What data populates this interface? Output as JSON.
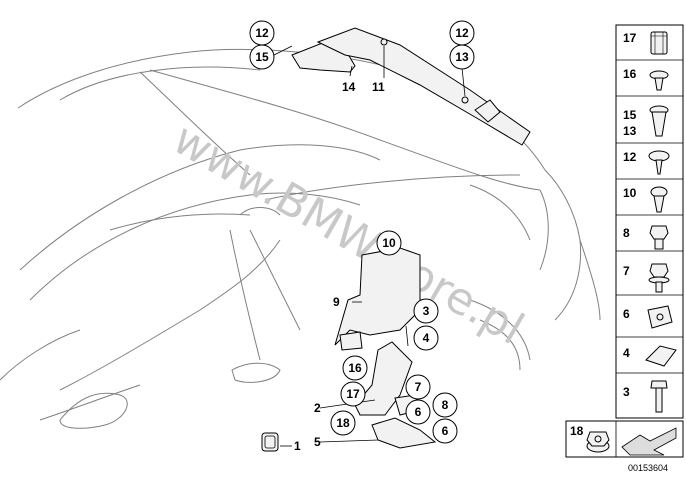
{
  "diagram": {
    "watermark": "www.BMWstore.pl",
    "reference_number": "00153604",
    "callouts_left": [
      {
        "id": "12a",
        "label": "12"
      },
      {
        "id": "15",
        "label": "15"
      },
      {
        "id": "12b",
        "label": "12"
      },
      {
        "id": "13",
        "label": "13"
      },
      {
        "id": "10",
        "label": "10"
      },
      {
        "id": "3",
        "label": "3"
      },
      {
        "id": "4",
        "label": "4"
      },
      {
        "id": "16",
        "label": "16"
      },
      {
        "id": "17",
        "label": "17"
      },
      {
        "id": "18",
        "label": "18"
      },
      {
        "id": "7",
        "label": "7"
      },
      {
        "id": "6a",
        "label": "6"
      },
      {
        "id": "8",
        "label": "8"
      },
      {
        "id": "6b",
        "label": "6"
      }
    ],
    "plain_labels": [
      {
        "id": "14",
        "label": "14"
      },
      {
        "id": "11",
        "label": "11"
      },
      {
        "id": "9",
        "label": "9"
      },
      {
        "id": "2",
        "label": "2"
      },
      {
        "id": "5",
        "label": "5"
      },
      {
        "id": "1",
        "label": "1"
      }
    ],
    "parts_panel": [
      "17",
      "16",
      "15",
      "13",
      "12",
      "10",
      "8",
      "7",
      "6",
      "4",
      "3"
    ],
    "bottom_panel_label": "18"
  }
}
